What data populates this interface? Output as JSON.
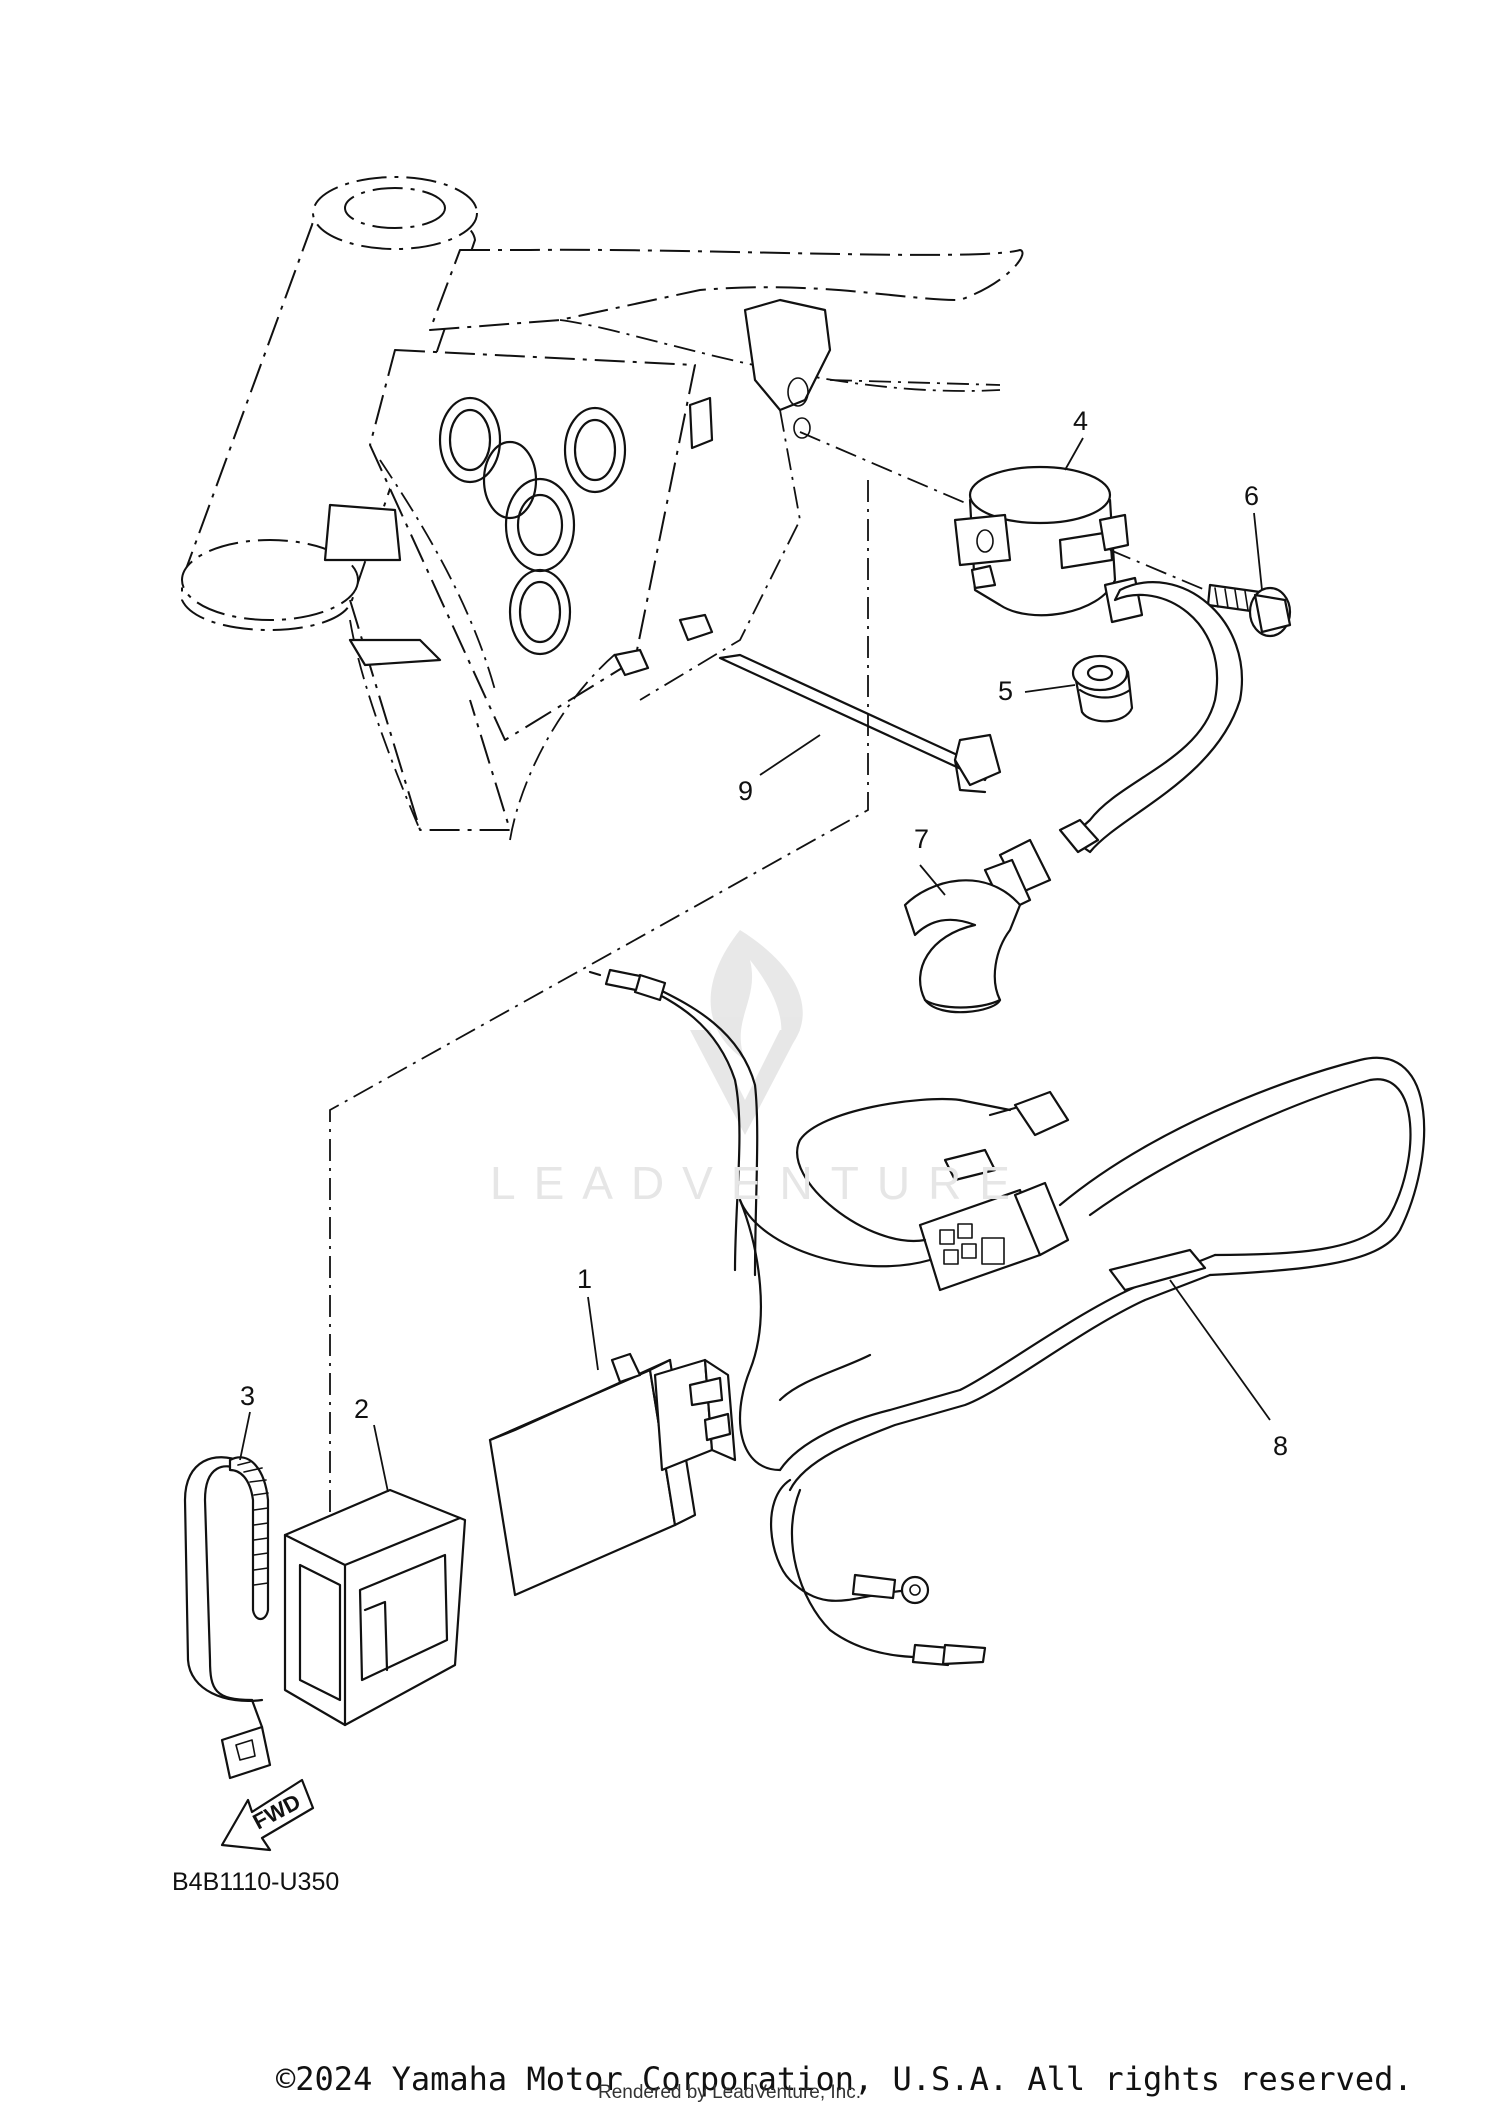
{
  "callouts": [
    {
      "id": "1",
      "label": "1"
    },
    {
      "id": "2",
      "label": "2"
    },
    {
      "id": "3",
      "label": "3"
    },
    {
      "id": "4",
      "label": "4"
    },
    {
      "id": "5",
      "label": "5"
    },
    {
      "id": "6",
      "label": "6"
    },
    {
      "id": "7",
      "label": "7"
    },
    {
      "id": "8",
      "label": "8"
    },
    {
      "id": "9",
      "label": "9"
    }
  ],
  "fwd_label": "FWD",
  "diagram_code": "B4B1110-U350",
  "watermark": "LEADVENTURE",
  "copyright": "©2024 Yamaha Motor Corporation, U.S.A. All rights reserved.",
  "rendered_by": "Rendered by LeadVenture, Inc."
}
